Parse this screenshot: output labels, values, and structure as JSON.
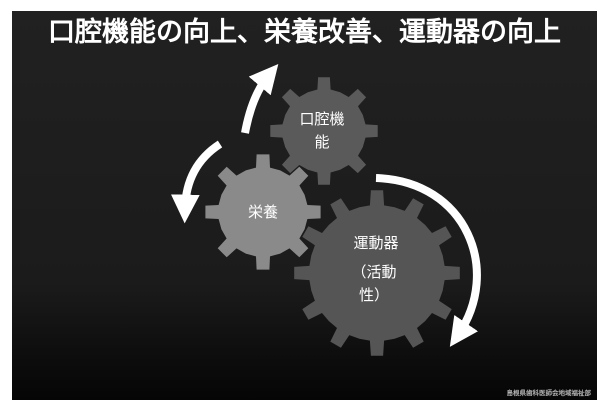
{
  "slide": {
    "title": "口腔機能の向上、栄養改善、運動器の向上",
    "footer": "島根県歯科医師会地域福祉部"
  },
  "gears": {
    "oral": {
      "line1": "口腔機",
      "line2": "能"
    },
    "nutrition": {
      "line1": "栄養"
    },
    "locomotor": {
      "line1": "運動器",
      "line2": "（活動",
      "line3": "性）"
    }
  },
  "colors": {
    "background": "#1f1f1f",
    "title": "#ffffff",
    "gear_oral": "#5a5a5a",
    "gear_nutrition": "#8a8a8a",
    "gear_locomotor": "#555555",
    "arrows": "#ffffff"
  }
}
